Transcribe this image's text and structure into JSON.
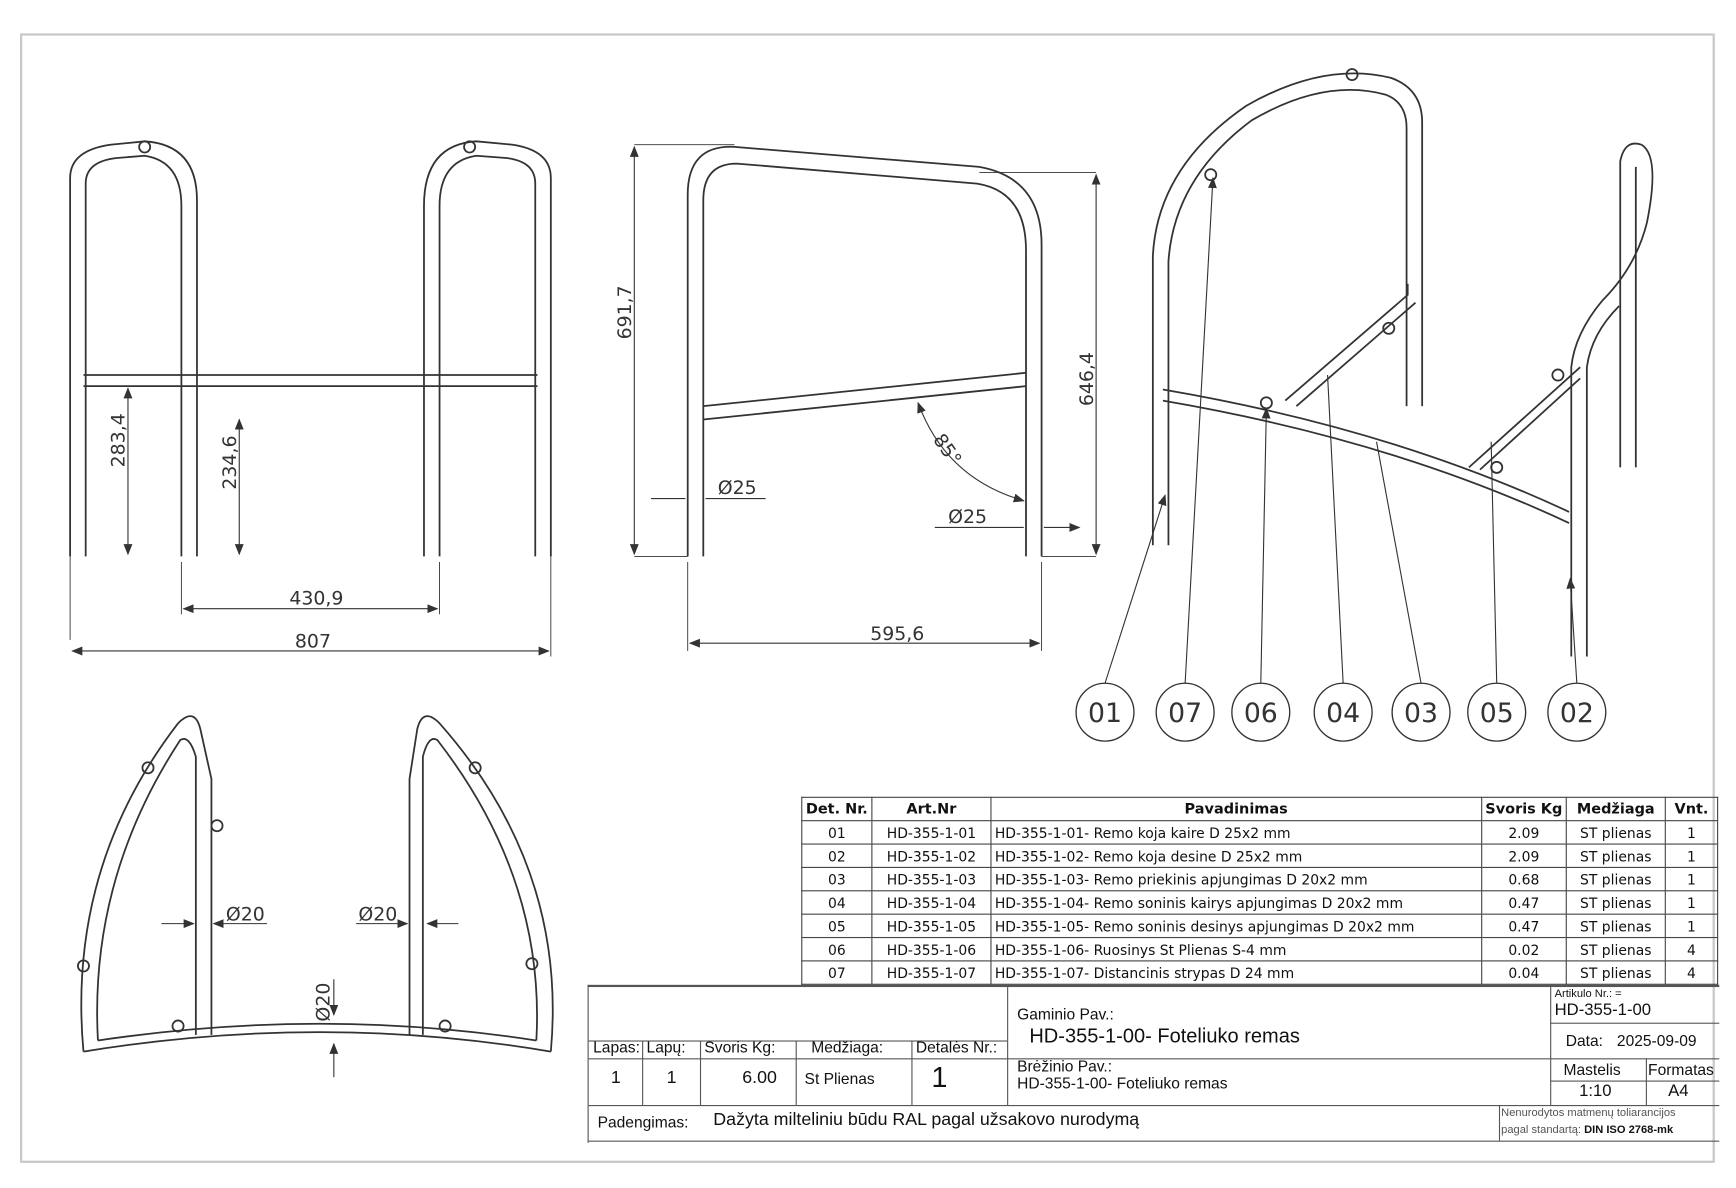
{
  "dimensions": {
    "front": {
      "h1": "283,4",
      "h2": "234,6",
      "w_inner": "430,9",
      "w_total": "807"
    },
    "side": {
      "h_total": "691,7",
      "h_rear": "646,4",
      "depth": "595,6",
      "tube_a": "Ø25",
      "tube_b": "Ø25",
      "angle": "85°"
    },
    "top": {
      "tube_left": "Ø20",
      "tube_right": "Ø20",
      "tube_front": "Ø20"
    }
  },
  "balloons": [
    "01",
    "07",
    "06",
    "04",
    "03",
    "05",
    "02"
  ],
  "bom": {
    "headers": [
      "Det. Nr.",
      "Art.Nr",
      "Pavadinimas",
      "Svoris Kg",
      "Medžiaga",
      "Vnt."
    ],
    "rows": [
      [
        "01",
        "HD-355-1-01",
        "HD-355-1-01- Remo koja kaire D 25x2 mm",
        "2.09",
        "ST plienas",
        "1"
      ],
      [
        "02",
        "HD-355-1-02",
        "HD-355-1-02- Remo koja desine D 25x2 mm",
        "2.09",
        "ST plienas",
        "1"
      ],
      [
        "03",
        "HD-355-1-03",
        "HD-355-1-03- Remo priekinis apjungimas D 20x2 mm",
        "0.68",
        "ST plienas",
        "1"
      ],
      [
        "04",
        "HD-355-1-04",
        "HD-355-1-04- Remo soninis kairys apjungimas D 20x2 mm",
        "0.47",
        "ST plienas",
        "1"
      ],
      [
        "05",
        "HD-355-1-05",
        "HD-355-1-05- Remo soninis desinys apjungimas D 20x2 mm",
        "0.47",
        "ST plienas",
        "1"
      ],
      [
        "06",
        "HD-355-1-06",
        "HD-355-1-06- Ruosinys St Plienas S-4 mm",
        "0.02",
        "ST plienas",
        "4"
      ],
      [
        "07",
        "HD-355-1-07",
        "HD-355-1-07- Distancinis strypas D 24 mm",
        "0.04",
        "ST plienas",
        "4"
      ]
    ]
  },
  "title_block": {
    "lapas_label": "Lapas:",
    "lapas": "1",
    "lapu_label": "Lapų:",
    "lapu": "1",
    "svoris_label": "Svoris Kg:",
    "svoris": "6.00",
    "medziaga_label": "Medžiaga:",
    "medziaga": "St Plienas",
    "detales_label": "Detalės Nr.:",
    "detales": "1",
    "gaminio_label": "Gaminio Pav.:",
    "gaminio": "HD-355-1-00- Foteliuko remas",
    "brezinio_label": "Brėžinio Pav.:",
    "brezinio": "HD-355-1-00- Foteliuko remas",
    "artikulo_label": "Artikulo Nr.: =",
    "artikulo": "HD-355-1-00",
    "data_label": "Data:",
    "data": "2025-09-09",
    "mastelis_label": "Mastelis",
    "mastelis": "1:10",
    "formatas_label": "Formatas",
    "formatas": "A4",
    "padengimas_label": "Padengimas:",
    "padengimas": "Dažyta milteliniu būdu RAL pagal užsakovo nurodymą",
    "tolerance_line1": "Nenurodytos matmenų toliarancijos",
    "tolerance_line2": "pagal standartą:",
    "tolerance_std": "DIN ISO 2768-mk"
  }
}
